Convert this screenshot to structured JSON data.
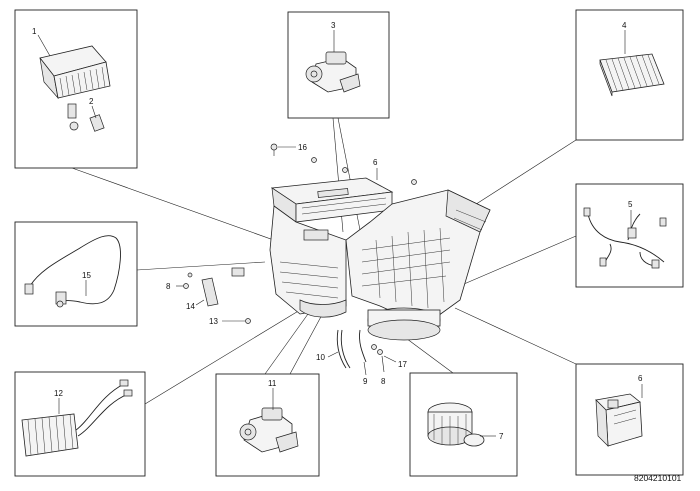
{
  "callouts": {
    "c1": "1",
    "c2": "2",
    "c3": "3",
    "c4": "4",
    "c5": "5",
    "c6a": "6",
    "c6b": "6",
    "c7": "7",
    "c8a": "8",
    "c8b": "8",
    "c9": "9",
    "c10": "10",
    "c11": "11",
    "c12": "12",
    "c13": "13",
    "c14": "14",
    "c15": "15",
    "c16": "16",
    "c17": "17"
  },
  "diagram_ref": "8204210101",
  "icons": [
    "screw-icon",
    "connector-icon",
    "clip-icon"
  ]
}
